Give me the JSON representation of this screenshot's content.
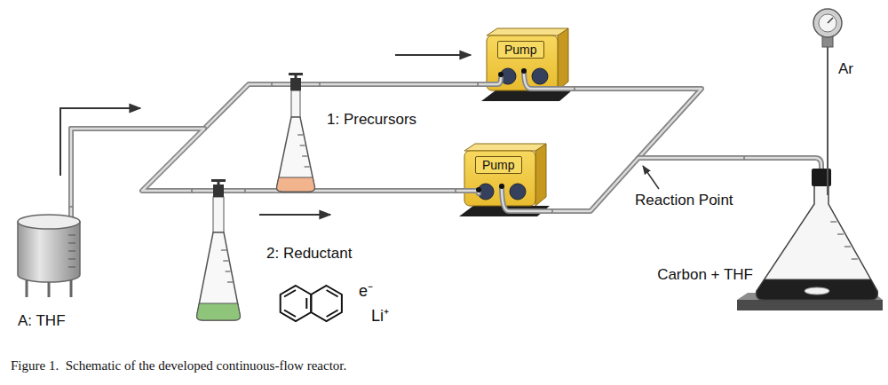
{
  "diagram": {
    "caption": "Figure 1.  Schematic of the developed continuous-flow reactor.",
    "nodes": [
      {
        "text": [
          "A: THF"
        ]
      },
      {
        "text": [
          "1: Precursors"
        ]
      },
      {
        "text": [
          "2: Reductant"
        ]
      },
      {
        "text": [
          "Pump"
        ]
      },
      {
        "text": [
          "Pump"
        ]
      },
      {
        "text": [
          "Carbon + THF"
        ]
      }
    ],
    "edges": [
      {
        "from": 0,
        "to": 1,
        "arrow": "none"
      },
      {
        "from": 0,
        "to": 2,
        "arrow": "none"
      },
      {
        "from": 1,
        "to": 3,
        "arrow": "none"
      },
      {
        "from": 2,
        "to": 4,
        "arrow": "none"
      },
      {
        "from": 3,
        "to": 5,
        "arrow": "none"
      },
      {
        "from": 4,
        "to": 5,
        "arrow": "none"
      }
    ],
    "labels": [
      "e⁻",
      "Li⁺",
      "Reaction Point",
      "Ar"
    ]
  }
}
